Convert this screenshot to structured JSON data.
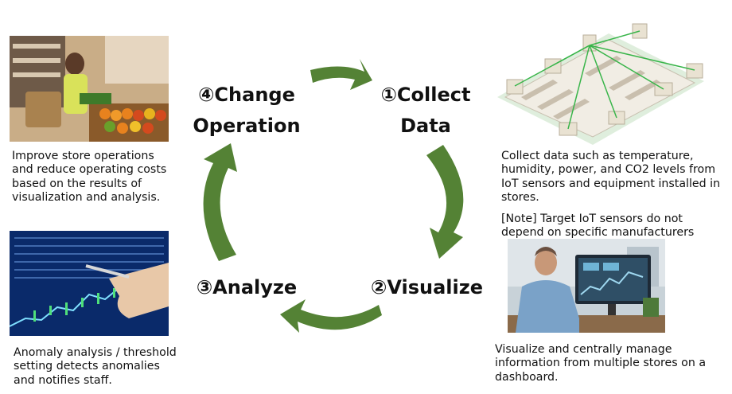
{
  "steps": {
    "collect": {
      "line1": "①Collect",
      "line2": "Data"
    },
    "visualize": {
      "label": "②Visualize"
    },
    "analyze": {
      "label": "③Analyze"
    },
    "change": {
      "line1": "④Change",
      "line2": "Operation"
    }
  },
  "descriptions": {
    "collect": "Collect data such as temperature, humidity, power, and CO2 levels from IoT sensors and equipment installed in stores.",
    "collect_note": "[Note] Target IoT sensors do not depend on specific manufacturers",
    "visualize": "Visualize and centrally manage information from multiple stores on a dashboard.",
    "analyze": "Anomaly analysis / threshold setting detects anomalies and notifies staff.",
    "change": "Improve store operations and reduce operating costs based on the results of visualization and analysis."
  },
  "colors": {
    "arrow": "#548235",
    "text": "#111111"
  }
}
